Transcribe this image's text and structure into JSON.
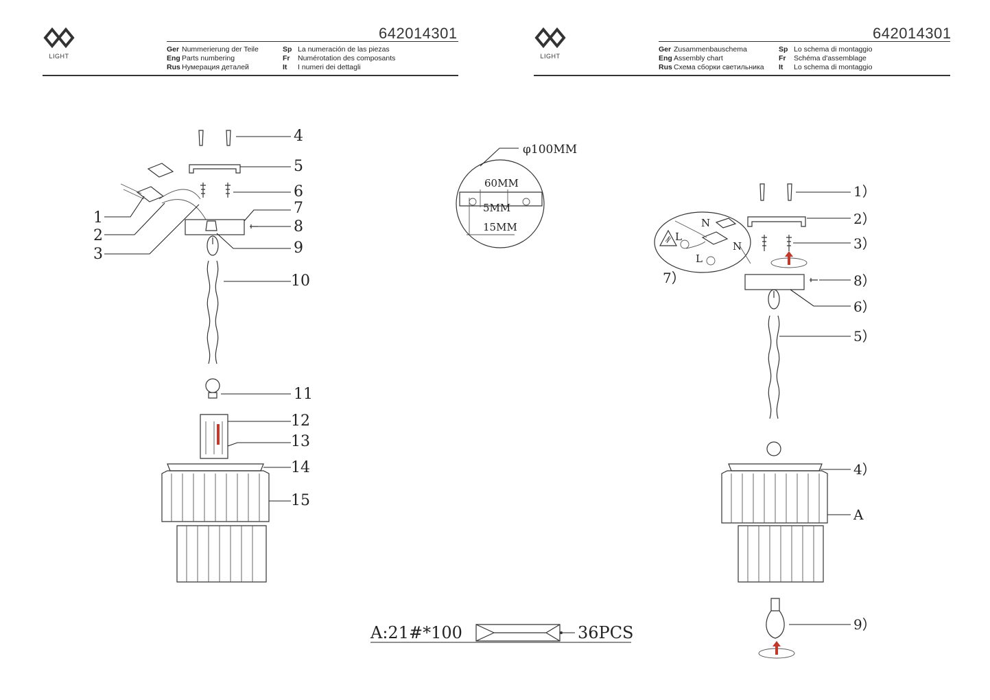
{
  "left_header": {
    "logo_text": "LIGHT",
    "doc_code": "642014301",
    "languages": [
      {
        "code": "Ger",
        "text": "Nummerierung der Teile"
      },
      {
        "code": "Eng",
        "text": "Parts numbering"
      },
      {
        "code": "Rus",
        "text": "Нумерация деталей"
      },
      {
        "code": "Sp",
        "text": "La numeración de las piezas"
      },
      {
        "code": "Fr",
        "text": "Numérotation des composants"
      },
      {
        "code": "It",
        "text": "I numeri dei dettagli"
      }
    ]
  },
  "right_header": {
    "logo_text": "LIGHT",
    "doc_code": "642014301",
    "languages": [
      {
        "code": "Ger",
        "text": "Zusammenbauschema"
      },
      {
        "code": "Eng",
        "text": "Assembly chart"
      },
      {
        "code": "Rus",
        "text": "Схема сборки светильника"
      },
      {
        "code": "Sp",
        "text": "Lo schema di montaggio"
      },
      {
        "code": "Fr",
        "text": "Schéma d'assemblage"
      },
      {
        "code": "It",
        "text": "Lo schema di montaggio"
      }
    ]
  },
  "parts_callouts": [
    "4",
    "5",
    "6",
    "7",
    "8",
    "9",
    "10",
    "11",
    "12",
    "13",
    "14",
    "15",
    "1",
    "2",
    "3"
  ],
  "detail": {
    "diameter": "φ100MM",
    "width": "60MM",
    "slot": "5MM",
    "height": "15MM"
  },
  "crystal": {
    "spec": "A:21#*100",
    "qty": "36PCS"
  },
  "assembly_callouts": [
    "1）",
    "2）",
    "3）",
    "7）",
    "8）",
    "6）",
    "5）",
    "4）",
    "A",
    "9）"
  ],
  "wiring": {
    "n": "N",
    "l": "L",
    "n2": "N",
    "l2": "L"
  },
  "colors": {
    "line": "#333333",
    "accent": "#c0392b"
  }
}
